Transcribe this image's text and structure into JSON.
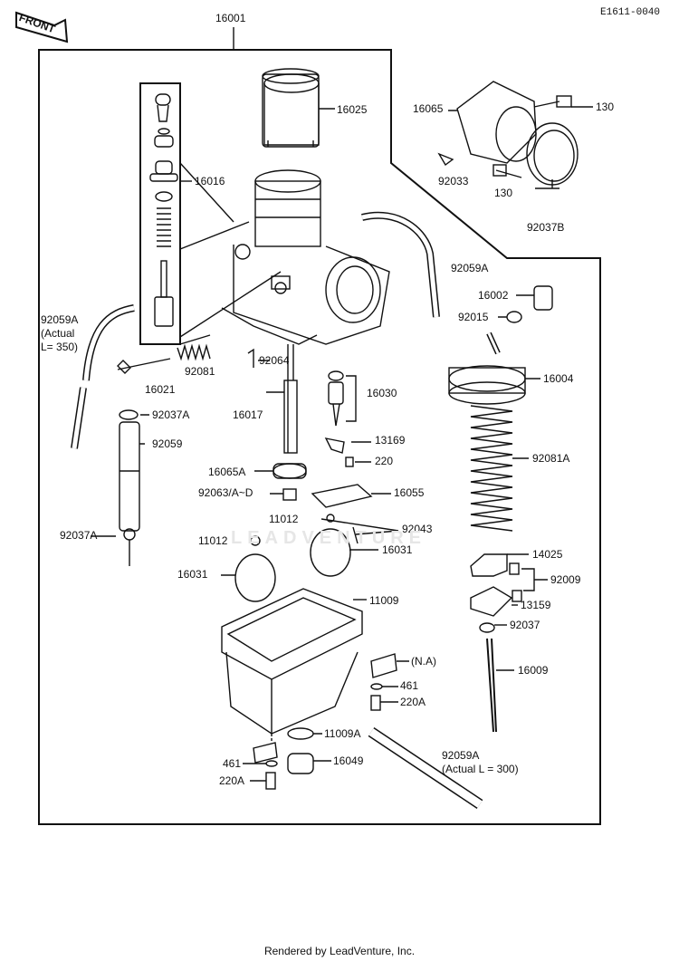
{
  "header": {
    "ref_code": "E1611-0040",
    "front_badge": "FRONT"
  },
  "callouts": {
    "c16001": "16001",
    "c16025": "16025",
    "c16065": "16065",
    "c130a": "130",
    "c92033": "92033",
    "c130b": "130",
    "c92037B": "92037B",
    "c16016": "16016",
    "c92059A_right": "92059A",
    "c16002": "16002",
    "c92015": "92015",
    "c92059A_left": "92059A",
    "c92059A_left_note1": "(Actual",
    "c92059A_left_note2": "L= 350)",
    "c92081": "92081",
    "c92064": "92064",
    "c16004": "16004",
    "c16021": "16021",
    "c16030": "16030",
    "c92037A_top": "92037A",
    "c16017": "16017",
    "c13169": "13169",
    "c92059": "92059",
    "c220": "220",
    "c92081A": "92081A",
    "c16065A": "16065A",
    "c92063": "92063/A~D",
    "c16055": "16055",
    "c11012a": "11012",
    "c92043": "92043",
    "c92037A_bot": "92037A",
    "c11012b": "11012",
    "c16031_right": "16031",
    "c14025": "14025",
    "c16031_left": "16031",
    "c92009": "92009",
    "c11009": "11009",
    "c13159": "13159",
    "c92037": "92037",
    "cNA": "(N.A)",
    "c16009": "16009",
    "c461a": "461",
    "c220A_a": "220A",
    "c11009A": "11009A",
    "c92059A_bot": "92059A",
    "c92059A_bot_note": "(Actual  L = 300)",
    "c461b": "461",
    "c16049": "16049",
    "c220A_b": "220A"
  },
  "watermark": "LEADVENTURE",
  "footer": {
    "rendered_by": "Rendered by LeadVenture, Inc."
  }
}
